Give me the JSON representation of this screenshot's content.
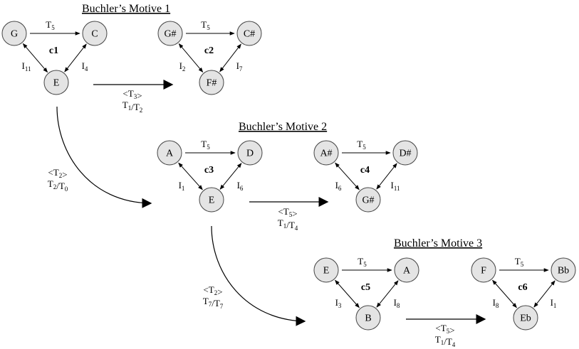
{
  "titles": [
    {
      "id": "motive-1",
      "text": "Buchler’s Motive 1"
    },
    {
      "id": "motive-2",
      "text": "Buchler’s Motive 2"
    },
    {
      "id": "motive-3",
      "text": "Buchler’s Motive 3"
    }
  ],
  "cells": [
    {
      "id": "c1",
      "label": "c1",
      "nodes": [
        "G",
        "C",
        "E"
      ],
      "top_edge": {
        "op": "T",
        "sub": "5"
      },
      "left_edge": {
        "op": "I",
        "sub": "11"
      },
      "right_edge": {
        "op": "I",
        "sub": "4"
      }
    },
    {
      "id": "c2",
      "label": "c2",
      "nodes": [
        "G#",
        "C#",
        "F#"
      ],
      "top_edge": {
        "op": "T",
        "sub": "5"
      },
      "left_edge": {
        "op": "I",
        "sub": "2"
      },
      "right_edge": {
        "op": "I",
        "sub": "7"
      }
    },
    {
      "id": "c3",
      "label": "c3",
      "nodes": [
        "A",
        "D",
        "E"
      ],
      "top_edge": {
        "op": "T",
        "sub": "5"
      },
      "left_edge": {
        "op": "I",
        "sub": "1"
      },
      "right_edge": {
        "op": "I",
        "sub": "6"
      }
    },
    {
      "id": "c4",
      "label": "c4",
      "nodes": [
        "A#",
        "D#",
        "G#"
      ],
      "top_edge": {
        "op": "T",
        "sub": "5"
      },
      "left_edge": {
        "op": "I",
        "sub": "6"
      },
      "right_edge": {
        "op": "I",
        "sub": "11"
      }
    },
    {
      "id": "c5",
      "label": "c5",
      "nodes": [
        "E",
        "A",
        "B"
      ],
      "top_edge": {
        "op": "T",
        "sub": "5"
      },
      "left_edge": {
        "op": "I",
        "sub": "3"
      },
      "right_edge": {
        "op": "I",
        "sub": "8"
      }
    },
    {
      "id": "c6",
      "label": "c6",
      "nodes": [
        "F",
        "Bb",
        "Eb"
      ],
      "top_edge": {
        "op": "T",
        "sub": "5"
      },
      "left_edge": {
        "op": "I",
        "sub": "8"
      },
      "right_edge": {
        "op": "I",
        "sub": "1"
      }
    }
  ],
  "transformations": [
    {
      "id": "c1-to-c2",
      "from": "c1",
      "to": "c2",
      "line1": {
        "op": "T",
        "sub": "3",
        "bracketed": true
      },
      "line2": [
        {
          "op": "T",
          "sub": "1"
        },
        {
          "op": "T",
          "sub": "2"
        }
      ]
    },
    {
      "id": "c1-to-c3",
      "from": "c1",
      "to": "c3",
      "line1": {
        "op": "T",
        "sub": "2",
        "bracketed": true
      },
      "line2": [
        {
          "op": "T",
          "sub": "2"
        },
        {
          "op": "T",
          "sub": "0"
        }
      ]
    },
    {
      "id": "c3-to-c4",
      "from": "c3",
      "to": "c4",
      "line1": {
        "op": "T",
        "sub": "5",
        "bracketed": true
      },
      "line2": [
        {
          "op": "T",
          "sub": "1"
        },
        {
          "op": "T",
          "sub": "4"
        }
      ]
    },
    {
      "id": "c3-to-c5",
      "from": "c3",
      "to": "c5",
      "line1": {
        "op": "T",
        "sub": "2",
        "bracketed": true
      },
      "line2": [
        {
          "op": "T",
          "sub": "7"
        },
        {
          "op": "T",
          "sub": "7"
        }
      ]
    },
    {
      "id": "c5-to-c6",
      "from": "c5",
      "to": "c6",
      "line1": {
        "op": "T",
        "sub": "5",
        "bracketed": true
      },
      "line2": [
        {
          "op": "T",
          "sub": "1"
        },
        {
          "op": "T",
          "sub": "4"
        }
      ]
    }
  ]
}
